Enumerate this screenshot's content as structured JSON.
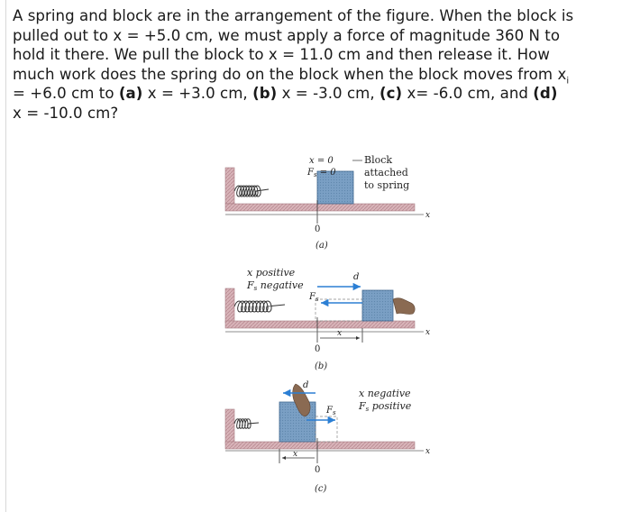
{
  "problem": {
    "line1": "A spring and block are in the arrangement of the figure. When the block is",
    "line2": "pulled out to x = +5.0 cm, we must apply a force of magnitude 360 N to",
    "line3": "hold it there. We pull the block to x = 11.0 cm and then release it. How",
    "line4_pre": "much work does the spring do on the block when the block moves from x",
    "line4_sub": "i",
    "line5_a_pre": "= +6.0 cm to ",
    "label_a": "(a)",
    "line5_a_val": " x = +3.0 cm, ",
    "label_b": "(b)",
    "line5_b_val": " x = -3.0 cm, ",
    "label_c": "(c)",
    "line5_c_val": " x= -6.0 cm, and ",
    "label_d": "(d)",
    "line6": "x = -10.0 cm?"
  },
  "figure": {
    "panel_a": {
      "x_eq": "x = 0",
      "f_eq": "F",
      "f_sub": "s",
      "f_val": " = 0",
      "block_label_1": "Block",
      "block_label_2": "attached",
      "block_label_3": "to spring",
      "axis_x": "x",
      "zero": "0",
      "caption": "(a)"
    },
    "panel_b": {
      "x_pos": "x positive",
      "f_neg_pre": "F",
      "f_neg_sub": "s",
      "f_neg_post": " negative",
      "d_label": "d",
      "f_vec": "F",
      "f_vec_sub": "s",
      "x_dist": "x",
      "axis_x": "x",
      "zero": "0",
      "caption": "(b)"
    },
    "panel_c": {
      "x_neg": "x negative",
      "f_pos_pre": "F",
      "f_pos_sub": "s",
      "f_pos_post": " positive",
      "d_label": "d",
      "f_vec": "F",
      "f_vec_sub": "s",
      "x_dist": "x",
      "axis_x": "x",
      "zero": "0",
      "caption": "(c)"
    }
  },
  "colors": {
    "wall": "#c9a0a6",
    "block": "#6d93b8",
    "block_dark": "#3f668f",
    "arrow": "#2b7fd4",
    "hand": "#8a6a52",
    "spring": "#333333"
  }
}
